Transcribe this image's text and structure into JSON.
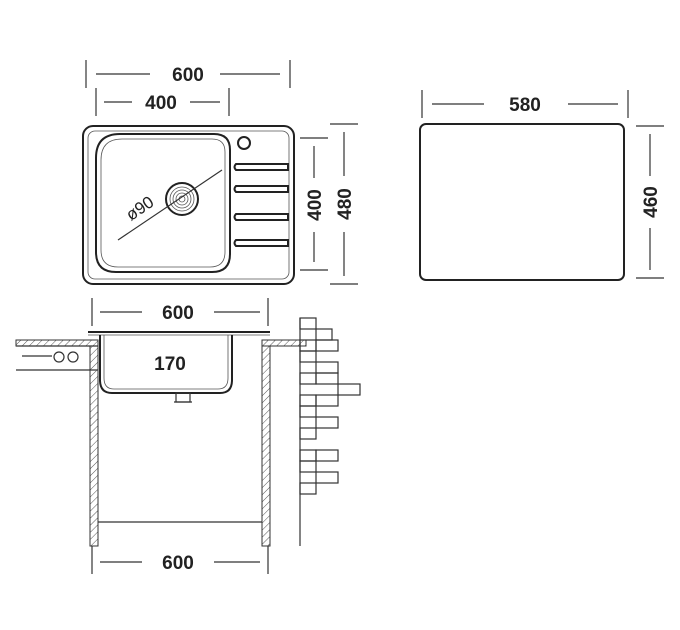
{
  "top_view": {
    "overall_width": "600",
    "bowl_width": "400",
    "overall_depth": "480",
    "bowl_depth": "400",
    "drain_diameter": "ø90"
  },
  "cutout": {
    "width": "580",
    "depth": "460"
  },
  "side_view": {
    "top_width": "600",
    "bowl_depth": "170",
    "cabinet_width": "600"
  },
  "colors": {
    "line": "#333333",
    "background": "#ffffff"
  }
}
